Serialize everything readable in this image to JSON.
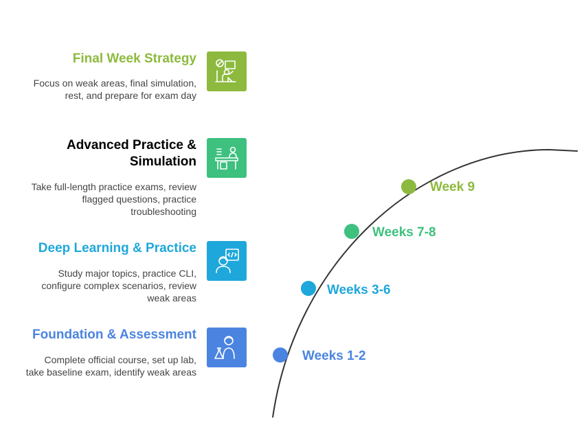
{
  "colors": {
    "green": "#8dba3e",
    "teal": "#3ec07f",
    "cyan": "#1ea7da",
    "blue": "#4a84e0",
    "curve": "#333333"
  },
  "stages": [
    {
      "title": "Final Week Strategy",
      "desc": "Focus on weak areas, final simulation, rest, and prepare for exam day",
      "week": "Week 9",
      "icon": "strategy-person-icon"
    },
    {
      "title": "Advanced Practice & Simulation",
      "desc": "Take full-length practice exams, review flagged questions, practice troubleshooting",
      "week": "Weeks 7-8",
      "icon": "desk-practice-icon"
    },
    {
      "title": "Deep Learning & Practice",
      "desc": "Study major topics, practice CLI, configure complex scenarios, review weak areas",
      "week": "Weeks 3-6",
      "icon": "coder-person-icon"
    },
    {
      "title": "Foundation & Assessment",
      "desc": "Complete official course, set up lab, take baseline exam, identify weak areas",
      "week": "Weeks 1-2",
      "icon": "scientist-icon"
    }
  ]
}
